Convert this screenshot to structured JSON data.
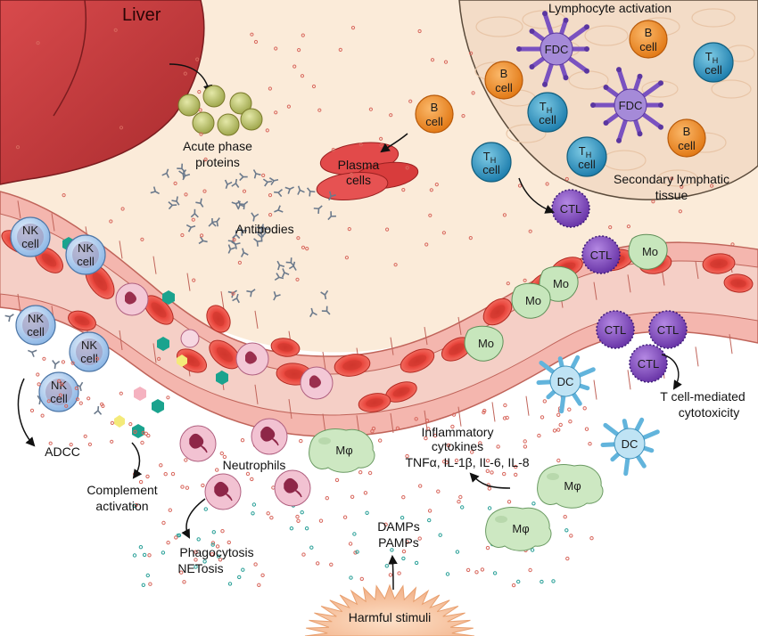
{
  "labels": {
    "liver": "Liver",
    "lymphocyte_activation": "Lymphocyte activation",
    "secondary_tissue": "Secondary lymphatic tissue",
    "acute_phase": "Acute phase proteins",
    "plasma_cells": "Plasma cells",
    "antibodies": "Antibodies",
    "adcc": "ADCC",
    "complement": "Complement activation",
    "neutrophils": "Neutrophils",
    "phagocytosis": "Phagocytosis",
    "netosis": "NETosis",
    "inflammatory": "Inflammatory cytokines",
    "cytokine_list": "TNFα, IL-1β, IL-6, IL-8",
    "damps": "DAMPs",
    "pamps": "PAMPs",
    "harmful": "Harmful stimuli",
    "tcell_cytotox": "T cell-mediated cytotoxicity"
  },
  "cells": {
    "fdc": "FDC",
    "b": "B",
    "cell": "cell",
    "th": "T",
    "th_sub": "H",
    "ctl": "CTL",
    "nk": "NK",
    "mo": "Mo",
    "dc": "DC",
    "mphi": "Mφ"
  },
  "colors": {
    "liver": "#c8393c",
    "tissue_bg": "#fbebd9",
    "vessel_wall": "#f4b6ae",
    "vessel_lumen": "#f5cfc6",
    "rbc": "#e8453c",
    "b_cell": "#ee8a2a",
    "th_cell": "#3a9bc4",
    "ctl": "#8a52c4",
    "fdc": "#8e6ec8",
    "nk_cell": "#8fb8e6",
    "neutrophil": "#f0bfd0",
    "macrophage": "#cce8c0",
    "dc": "#a8d8ef",
    "apr": "#b6bd6a",
    "stimuli": "#f6c7a8"
  }
}
